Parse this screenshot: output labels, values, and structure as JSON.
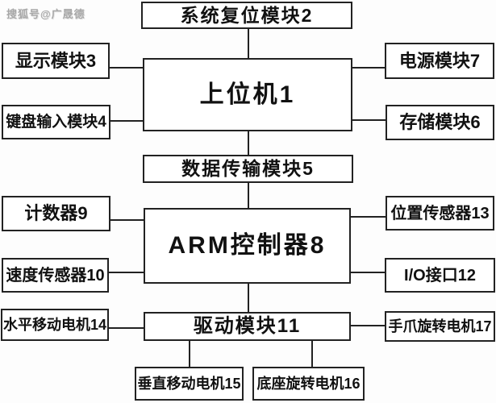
{
  "watermark": {
    "text": "搜狐号@广晟德"
  },
  "colors": {
    "ink": "#222222",
    "background": "#fdfdfd",
    "box_fill": "#ffffff",
    "watermark": "#a8a8a8"
  },
  "diagram": {
    "type": "block-diagram",
    "nodes": {
      "host": {
        "label": "上位机1"
      },
      "reset": {
        "label": "系统复位模块2"
      },
      "display": {
        "label": "显示模块3"
      },
      "keyboard": {
        "label": "键盘输入模块4"
      },
      "data_transfer": {
        "label": "数据传输模块5"
      },
      "storage": {
        "label": "存储模块6"
      },
      "power": {
        "label": "电源模块7"
      },
      "arm": {
        "label": "ARM控制器8"
      },
      "counter": {
        "label": "计数器9"
      },
      "speed_sensor": {
        "label": "速度传感器10"
      },
      "drive": {
        "label": "驱动模块11"
      },
      "io_interface": {
        "label": "I/O接口12"
      },
      "position_sensor": {
        "label": "位置传感器13"
      },
      "horizontal_motor": {
        "label": "水平移动电机14"
      },
      "vertical_motor": {
        "label": "垂直移动电机15"
      },
      "base_motor": {
        "label": "底座旋转电机16"
      },
      "gripper_motor": {
        "label": "手爪旋转电机17"
      }
    },
    "edges": [
      {
        "from": "系统复位模块2",
        "to": "上位机1"
      },
      {
        "from": "显示模块3",
        "to": "上位机1"
      },
      {
        "from": "键盘输入模块4",
        "to": "上位机1"
      },
      {
        "from": "上位机1",
        "to": "电源模块7"
      },
      {
        "from": "上位机1",
        "to": "存储模块6"
      },
      {
        "from": "上位机1",
        "to": "数据传输模块5"
      },
      {
        "from": "数据传输模块5",
        "to": "ARM控制器8"
      },
      {
        "from": "计数器9",
        "to": "ARM控制器8"
      },
      {
        "from": "速度传感器10",
        "to": "ARM控制器8"
      },
      {
        "from": "ARM控制器8",
        "to": "位置传感器13"
      },
      {
        "from": "ARM控制器8",
        "to": "I/O接口12"
      },
      {
        "from": "ARM控制器8",
        "to": "驱动模块11"
      },
      {
        "from": "水平移动电机14",
        "to": "驱动模块11"
      },
      {
        "from": "驱动模块11",
        "to": "手爪旋转电机17"
      },
      {
        "from": "驱动模块11",
        "to": "垂直移动电机15"
      },
      {
        "from": "驱动模块11",
        "to": "底座旋转电机16"
      }
    ]
  }
}
